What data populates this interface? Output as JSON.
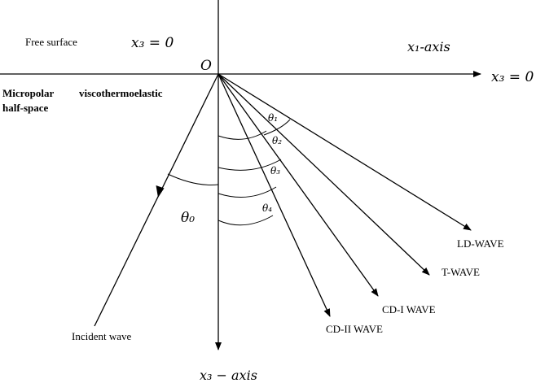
{
  "surface": {
    "free_surface_label": "Free surface",
    "x3_eq_zero_left": "x₃ = 0",
    "x3_eq_zero_right": "x₃ = 0",
    "origin_label": "O",
    "x1_axis_label": "x₁-axis",
    "x3_axis_label": "x₃ − axis"
  },
  "medium": {
    "line1_word1": "Micropolar",
    "line1_word2": "viscothermoelastic",
    "line2": "half-space"
  },
  "incident": {
    "label": "Incident wave",
    "angle_label": "θ₀"
  },
  "reflected": {
    "waves": [
      {
        "name": "LD-WAVE",
        "angle_label": "θ₁"
      },
      {
        "name": "T-WAVE",
        "angle_label": "θ₂"
      },
      {
        "name": "CD-I WAVE",
        "angle_label": "θ₃"
      },
      {
        "name": "CD-II WAVE",
        "angle_label": "θ₄"
      }
    ]
  }
}
